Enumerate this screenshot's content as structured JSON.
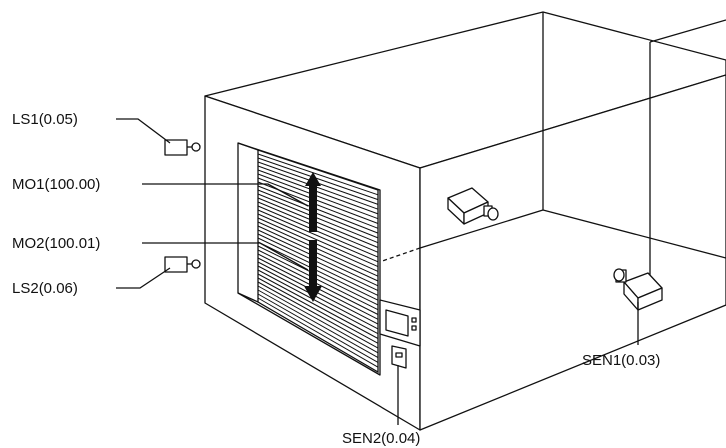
{
  "labels": {
    "ls1": "LS1(0.05)",
    "mo1": "MO1(100.00)",
    "mo2": "MO2(100.01)",
    "ls2": "LS2(0.06)",
    "sen1": "SEN1(0.03)",
    "sen2": "SEN2(0.04)"
  }
}
